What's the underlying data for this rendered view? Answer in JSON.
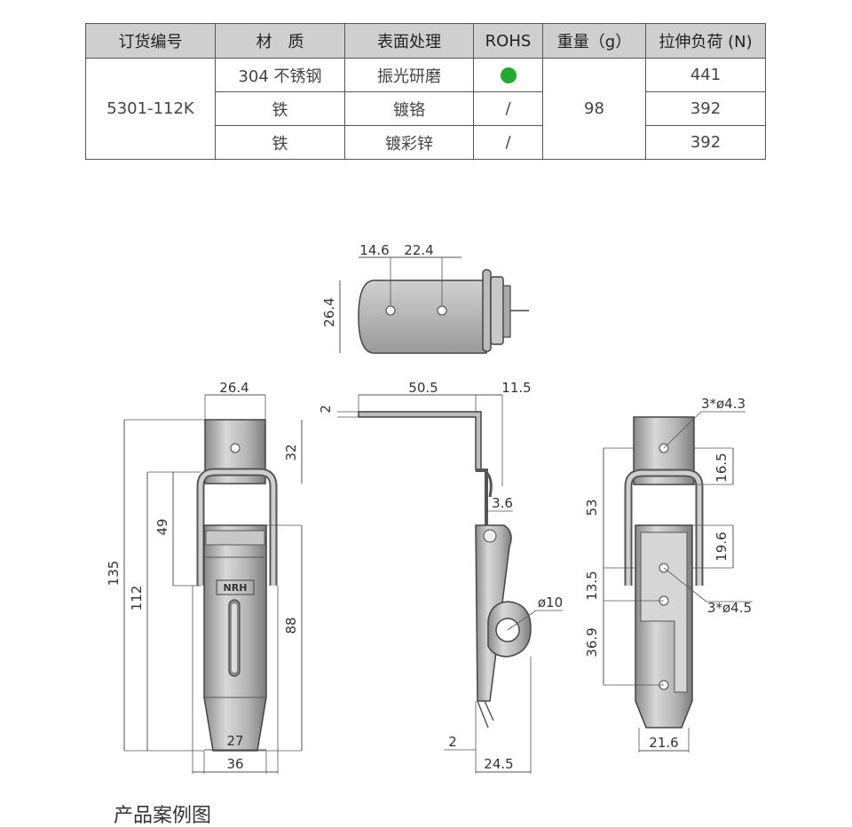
{
  "table": {
    "headers": [
      "订货编号",
      "材　质",
      "表面处理",
      "ROHS",
      "重量（g）",
      "拉伸负荷 (N)"
    ],
    "order_no": "5301-112K",
    "weight": "98",
    "rows": [
      {
        "material": "304 不锈钢",
        "finish": "振光研磨",
        "rohs": "green-dot",
        "load": "441"
      },
      {
        "material": "铁",
        "finish": "镀铬",
        "rohs": "/",
        "load": "392"
      },
      {
        "material": "铁",
        "finish": "镀彩锌",
        "rohs": "/",
        "load": "392"
      }
    ],
    "rohs_color": "#22aa33"
  },
  "dims": {
    "top": {
      "a": "14.6",
      "b": "22.4",
      "c": "26.4"
    },
    "front": {
      "width": "26.4",
      "d32": "32",
      "d49": "49",
      "d135": "135",
      "d112": "112",
      "d88": "88",
      "d27": "27",
      "d36": "36",
      "logo": "NRH"
    },
    "side": {
      "d2top": "2",
      "d50_5": "50.5",
      "d11_5": "11.5",
      "d3_6": "3.6",
      "phi10": "ø10",
      "d2bot": "2",
      "d24_5": "24.5"
    },
    "back": {
      "holes1": "3*ø4.3",
      "d16_5": "16.5",
      "d53": "53",
      "d19_6": "19.6",
      "d13_5": "13.5",
      "holes2": "3*ø4.5",
      "d36_9": "36.9",
      "d21_6": "21.6"
    }
  },
  "footer": "产品案例图"
}
